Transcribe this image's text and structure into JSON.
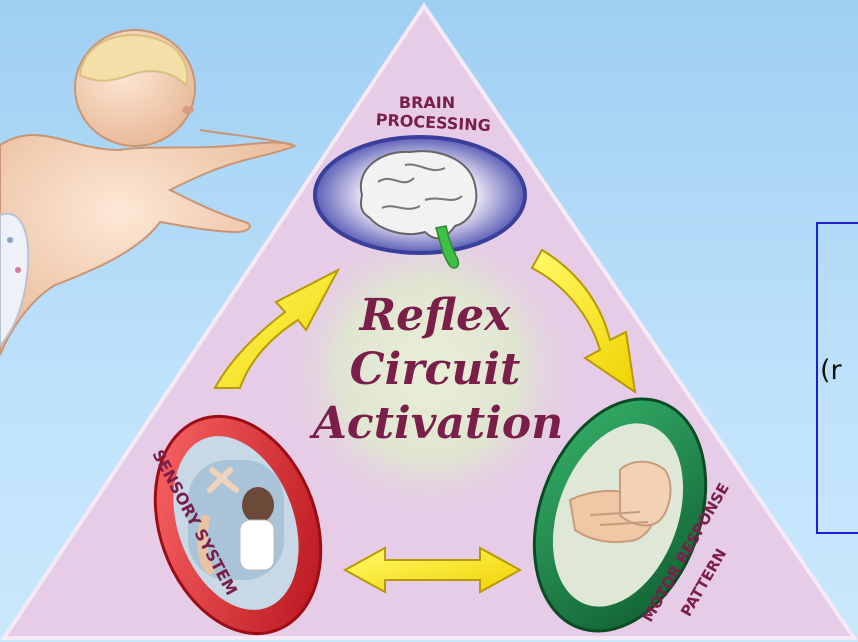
{
  "diagram": {
    "title_lines": [
      "Reflex",
      "Circuit",
      "Activation"
    ],
    "nodes": {
      "brain": {
        "label_line1": "BRAIN",
        "label_line2": "PROCESSING"
      },
      "sensory": {
        "label": "SENSORY SYSTEM"
      },
      "motor": {
        "label_line1": "MOTOR RESPONSE",
        "label_line2": "PATTERN"
      }
    }
  },
  "side_box": {
    "text": "(r"
  },
  "colors": {
    "background": "#bfe2fb",
    "triangle": "#e6cce6",
    "arrow": "#f7ef19",
    "brain_ring": "#4a4fb0",
    "sensory_ring": "#d8202a",
    "motor_ring": "#1f8a4a",
    "title_text": "#7a1f4a",
    "label_text": "#7a1f4a",
    "box_border": "#1f1fd6"
  },
  "icons": [
    "baby-illustration",
    "brain-icon",
    "therapist-photo",
    "hands-photo"
  ]
}
